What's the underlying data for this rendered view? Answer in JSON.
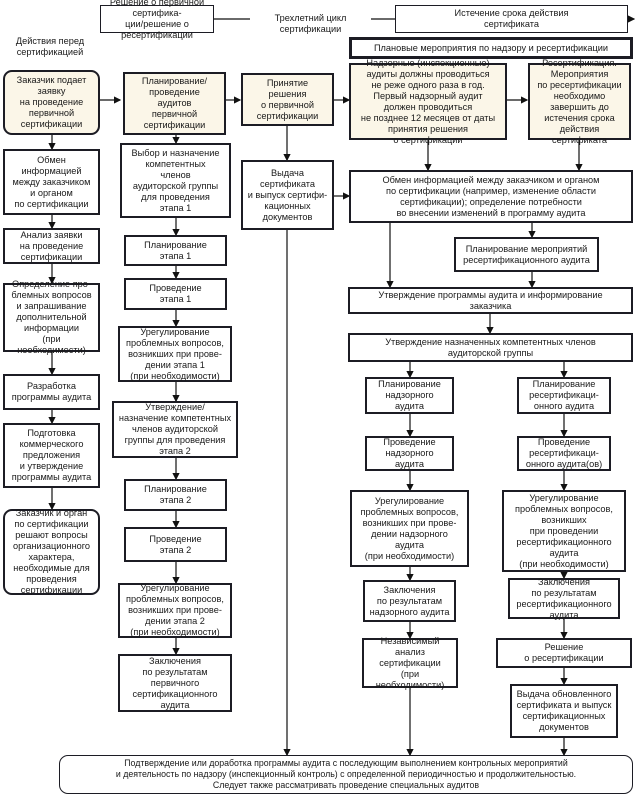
{
  "timeline": {
    "start": "Решение о первичной сертифика-\nции/решение о ресертификации",
    "cycle": "Трехлетний цикл сертификации",
    "end": "Истечение срока действия\nсертификата"
  },
  "pre_cert_heading": "Действия перед\nсертификацией",
  "planned_heading": "Плановые мероприятия по надзору и ресертификации",
  "col1": [
    "Заказчик подает\nзаявку\nна проведение\nпервичной\nсертификации",
    "Обмен\nинформацией\nмежду заказчиком\nи органом\nпо сертификации",
    "Анализ заявки\nна проведение\nсертификации",
    "Определение про-\nблемных вопросов\nи запрашивание\nдополнительной\nинформации\n(при необходимости)",
    "Разработка\nпрограммы аудита",
    "Подготовка\nкоммерческого\nпредложения\nи утверждение\nпрограммы аудита",
    "Заказчик и орган\nпо сертификации\nрешают вопросы\nорганизационного\nхарактера,\nнеобходимые для\nпроведения\nсертификации"
  ],
  "col2": [
    "Планирование/\nпроведение\nаудитов\nпервичной\nсертификации",
    "Выбор и назначение\nкомпетентных\nчленов\nаудиторской группы\nдля проведения\nэтапа 1",
    "Планирование\nэтапа 1",
    "Проведение\nэтапа 1",
    "Урегулирование\nпроблемных вопросов,\nвозникших при прове-\nдении этапа 1\n(при необходимости)",
    "Утверждение/\nназначение компетентных\nчленов аудиторской\nгруппы для проведения\nэтапа 2",
    "Планирование\nэтапа 2",
    "Проведение\nэтапа 2",
    "Урегулирование\nпроблемных вопросов,\nвозникших при прове-\nдении этапа 2\n(при необходимости)",
    "Заключения\nпо результатам\nпервичного\nсертификационного\nаудита"
  ],
  "col3": [
    "Принятие\nрешения\nо первичной\nсертификации",
    "Выдача\nсертификата\nи выпуск сертифи-\nкационных\nдокументов"
  ],
  "surveillance_note": "Надзорные (инспекционные)\nаудиты должны проводиться\nне реже одного раза в год.\nПервый надзорный аудит\nдолжен проводиться\nне позднее 12 месяцев от даты\nпринятия решения\nо сертификации",
  "recert_note": "Ресертификация.\nМероприятия\nпо ресертификации\nнеобходимо\nзавершить до\nистечения срока\nдействия сертификата",
  "shared": {
    "exchange": "Обмен информацией между заказчиком и органом\nпо сертификации (например, изменение области\nсертификации); определение потребности\nво внесении изменений в программу аудита",
    "recert_planning": "Планирование мероприятий\nресертификационного аудита",
    "approve_program": "Утверждение программы аудита и информирование\nзаказчика",
    "approve_team": "Утверждение назначенных компетентных членов\nаудиторской группы"
  },
  "col4": [
    "Планирование\nнадзорного\nаудита",
    "Проведение\nнадзорного\nаудита",
    "Урегулирование\nпроблемных вопросов,\nвозникших при прове-\nдении надзорного\nаудита\n(при необходимости)",
    "Заключения\nпо результатам\nнадзорного аудита",
    "Независимый\nанализ\nсертификации\n(при необходимости)"
  ],
  "col5": [
    "Планирование\nресертификаци-\nонного аудита",
    "Проведение\nресертификаци-\nонного аудита(ов)",
    "Урегулирование\nпроблемных вопросов,\nвозникших\nпри проведении\nресертификационного\nаудита\n(при необходимости)",
    "Заключения\nпо результатам\nресертификационного\nаудита",
    "Решение\nо ресертификации",
    "Выдача обновленного\nсертификата и выпуск\nсертификационных\nдокументов"
  ],
  "footer": "Подтверждение или доработка программы аудита с последующим выполнением контрольных мероприятий\nи деятельность по надзору (инспекционный контроль) с определенной периодичностью и продолжительностью.\nСледует также рассматривать проведение специальных аудитов"
}
